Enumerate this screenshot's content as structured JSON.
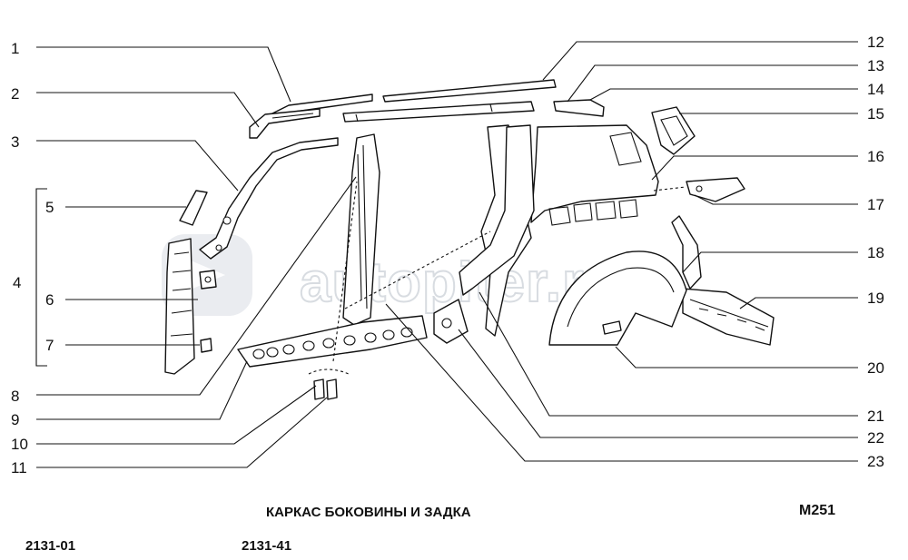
{
  "title": "КАРКАС БОКОВИНЫ И ЗАДКА",
  "sheet_code": "M251",
  "model_codes": [
    "2131-01",
    "2131-41"
  ],
  "watermark": "autopiter.ru",
  "callouts_left": [
    "1",
    "2",
    "3",
    "4",
    "5",
    "6",
    "7",
    "8",
    "9",
    "10",
    "11"
  ],
  "callouts_right": [
    "12",
    "13",
    "14",
    "15",
    "16",
    "17",
    "18",
    "19",
    "20",
    "21",
    "22",
    "23"
  ]
}
